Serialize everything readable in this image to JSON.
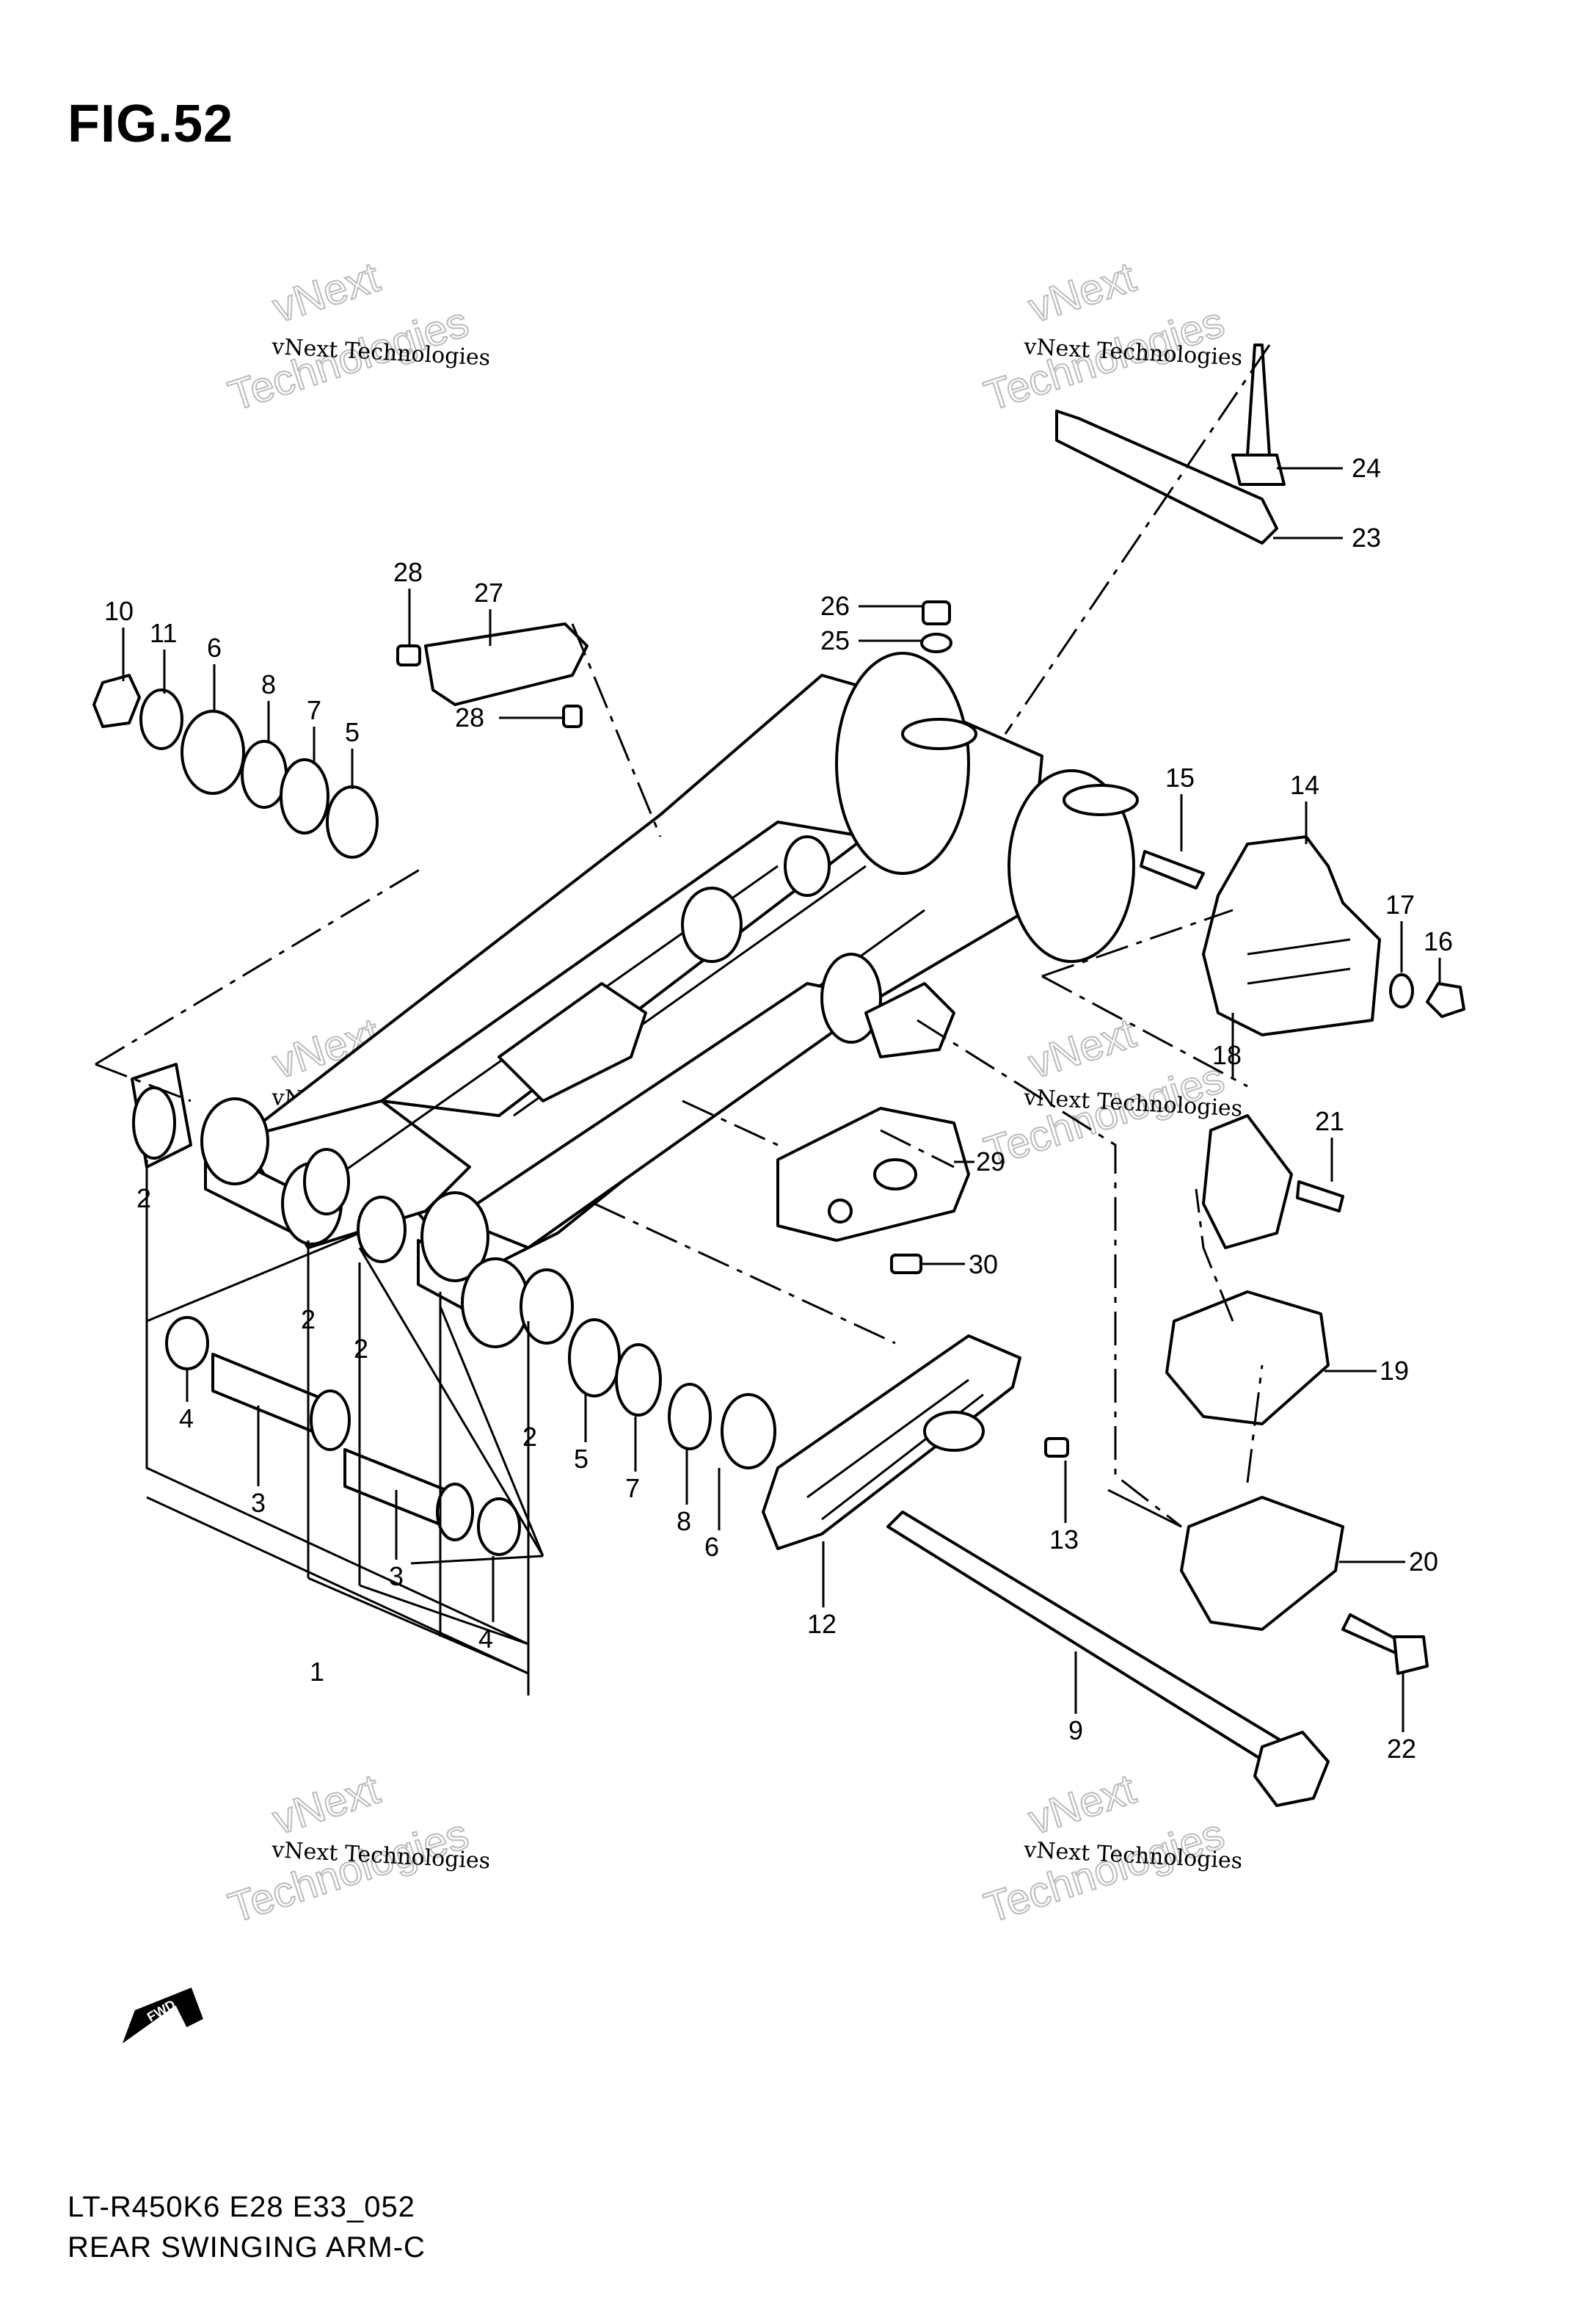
{
  "figure": {
    "title": "FIG.52",
    "model_code": "LT-R450K6 E28 E33_052",
    "assembly_name": "REAR SWINGING ARM-C",
    "fwd_label": "FWD"
  },
  "watermark": {
    "line_small": "vNext Technologies",
    "line_top": "vNext",
    "line_big": "Technologies"
  },
  "callouts": [
    {
      "id": "c10",
      "text": "10"
    },
    {
      "id": "c11",
      "text": "11"
    },
    {
      "id": "c6a",
      "text": "6"
    },
    {
      "id": "c8a",
      "text": "8"
    },
    {
      "id": "c7a",
      "text": "7"
    },
    {
      "id": "c5a",
      "text": "5"
    },
    {
      "id": "c28a",
      "text": "28"
    },
    {
      "id": "c27",
      "text": "27"
    },
    {
      "id": "c28b",
      "text": "28"
    },
    {
      "id": "c26",
      "text": "26"
    },
    {
      "id": "c25",
      "text": "25"
    },
    {
      "id": "c24",
      "text": "24"
    },
    {
      "id": "c23",
      "text": "23"
    },
    {
      "id": "c15",
      "text": "15"
    },
    {
      "id": "c14",
      "text": "14"
    },
    {
      "id": "c17",
      "text": "17"
    },
    {
      "id": "c16",
      "text": "16"
    },
    {
      "id": "c18",
      "text": "18"
    },
    {
      "id": "c21",
      "text": "21"
    },
    {
      "id": "c29",
      "text": "29"
    },
    {
      "id": "c30",
      "text": "30"
    },
    {
      "id": "c19",
      "text": "19"
    },
    {
      "id": "c20",
      "text": "20"
    },
    {
      "id": "c22",
      "text": "22"
    },
    {
      "id": "c13",
      "text": "13"
    },
    {
      "id": "c12",
      "text": "12"
    },
    {
      "id": "c9",
      "text": "9"
    },
    {
      "id": "c2a",
      "text": "2"
    },
    {
      "id": "c2b",
      "text": "2"
    },
    {
      "id": "c2c",
      "text": "2"
    },
    {
      "id": "c2d",
      "text": "2"
    },
    {
      "id": "c4a",
      "text": "4"
    },
    {
      "id": "c3a",
      "text": "3"
    },
    {
      "id": "c3b",
      "text": "3"
    },
    {
      "id": "c4b",
      "text": "4"
    },
    {
      "id": "c1",
      "text": "1"
    },
    {
      "id": "c5b",
      "text": "5"
    },
    {
      "id": "c7b",
      "text": "7"
    },
    {
      "id": "c8b",
      "text": "8"
    },
    {
      "id": "c6b",
      "text": "6"
    }
  ]
}
